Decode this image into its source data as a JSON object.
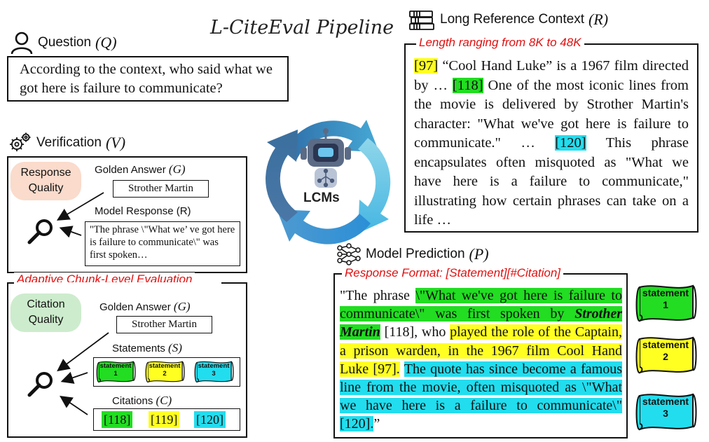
{
  "title": "L-CiteEval Pipeline",
  "center_label": "LCMs",
  "question": {
    "label": "Question",
    "var": "(Q)",
    "text": "According to the context, who said what we got here is failure to communicate?"
  },
  "context": {
    "label": "Long Reference Context",
    "var": "(R)",
    "length_note": "Length ranging from 8K to 48K",
    "c97": "[97]",
    "t1": " “Cool Hand Luke” is a 1967 film directed by … ",
    "c118": "[118]",
    "t2": " One of the most iconic lines from the movie is delivered by Strother Martin's character: \"What we've got here is failure to communicate.\" … ",
    "c120": "[120]",
    "t3": " This phrase encapsulates often misquoted as \"What we have here is a failure to communicate,\" illustrating how certain phrases can take on a life …"
  },
  "verification": {
    "label": "Verification",
    "var": "(V)",
    "response_quality": "Response Quality",
    "golden_label": "Golden Answer",
    "golden_var": "(G)",
    "golden_value": "Strother Martin",
    "model_response_label": "Model Response (R)",
    "model_response_text": "\"The phrase \\\"What we’ ve got here is failure to communicate\\\" was first spoken…",
    "adaptive_label": "Adaptive Chunk-Level Evaluation",
    "citation_quality": "Citation Quality",
    "golden_label2": "Golden Answer",
    "golden_var2": "(G)",
    "golden_value2": "Strother Martin",
    "statements_label": "Statements",
    "statements_var": "(S)",
    "citations_label": "Citations",
    "citations_var": "(C)",
    "flags": [
      {
        "word": "statement",
        "num": "1",
        "color": "#22dd22"
      },
      {
        "word": "statement",
        "num": "2",
        "color": "#ffff22"
      },
      {
        "word": "statement",
        "num": "3",
        "color": "#22ddee"
      }
    ],
    "citations": [
      {
        "text": "[118]",
        "color": "#22dd22"
      },
      {
        "text": "[119]",
        "color": "#ffff22"
      },
      {
        "text": "[120]",
        "color": "#22ddee"
      }
    ]
  },
  "prediction": {
    "label": "Model Prediction",
    "var": "(P)",
    "format_note": "Response Format: [Statement][#Citation]",
    "p0": "\"The phrase ",
    "p1": "\\\"What we've got here is failure to communicate\\\" was first spoken by ",
    "p1b": "Strother Martin",
    "p2": " [118], who ",
    "p3": "played the role of the Captain, a prison warden, in the 1967 film Cool Hand Luke [97].",
    "p4": " ",
    "p5": "The quote has since become a famous line from the movie, often misquoted as \\\"What we have here is a failure to communicate\\\" [120].",
    "p6": "”",
    "flags": [
      {
        "word": "statement",
        "num": "1",
        "color": "#22dd22"
      },
      {
        "word": "statement",
        "num": "2",
        "color": "#ffff22"
      },
      {
        "word": "statement",
        "num": "3",
        "color": "#22ddee"
      }
    ]
  }
}
